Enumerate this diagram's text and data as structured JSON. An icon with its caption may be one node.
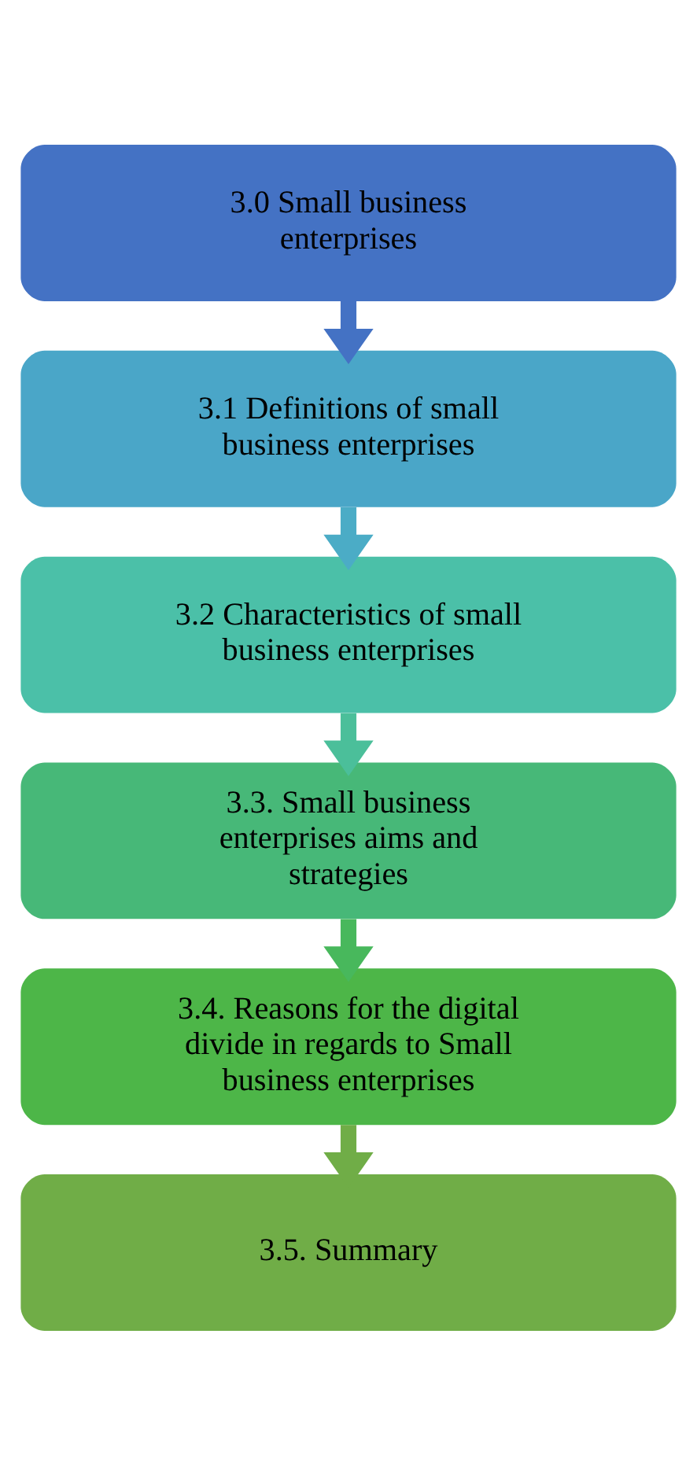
{
  "diagram": {
    "nodes": [
      {
        "text": [
          "3.0 Small business  enterprises"
        ]
      },
      {
        "text": [
          "3.1 Definitions of small business enterprises"
        ]
      },
      {
        "text": [
          "3.2 Characteristics of small business enterprises"
        ]
      },
      {
        "text": [
          "3.3. Small business enterprises aims and strategies"
        ]
      },
      {
        "text": [
          "3.4. Reasons for the digital divide in regards to Small business enterprises"
        ]
      },
      {
        "text": [
          "3.5. Summary"
        ]
      }
    ],
    "edges": [
      {
        "from": 0,
        "to": 1,
        "arrow": "to",
        "color": "#4472c4"
      },
      {
        "from": 1,
        "to": 2,
        "arrow": "to",
        "color": "#4bacc6"
      },
      {
        "from": 2,
        "to": 3,
        "arrow": "to",
        "color": "#4bbf9a"
      },
      {
        "from": 3,
        "to": 4,
        "arrow": "to",
        "color": "#48b85c"
      },
      {
        "from": 4,
        "to": 5,
        "arrow": "to",
        "color": "#70ad47"
      }
    ]
  }
}
